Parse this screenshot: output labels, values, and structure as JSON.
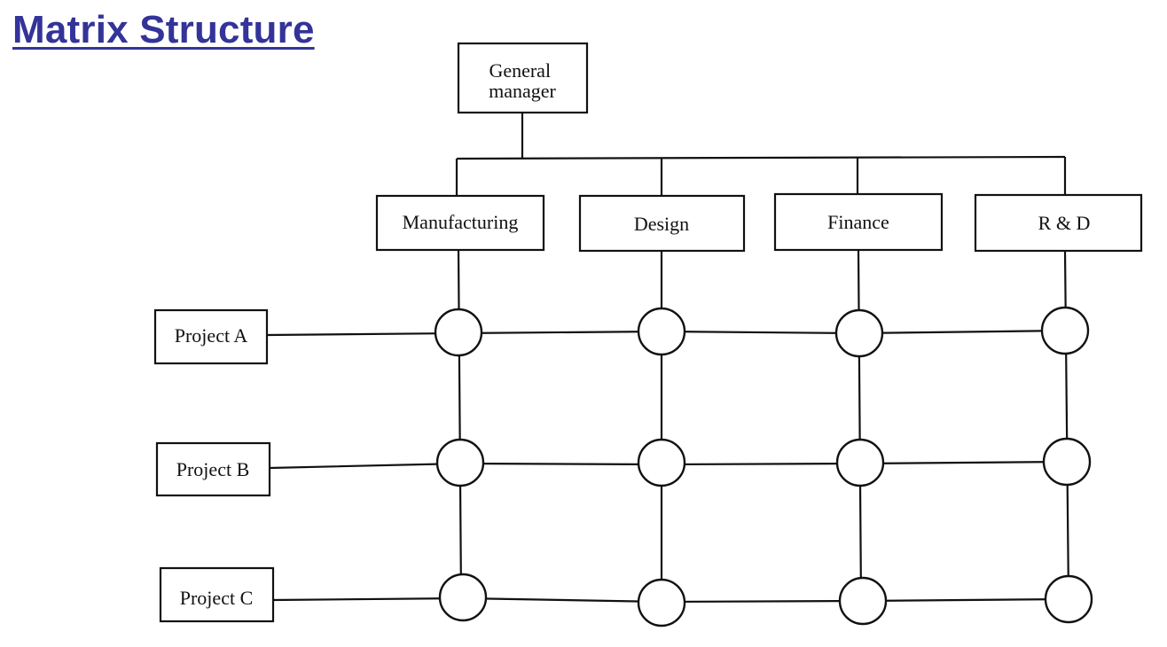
{
  "title": "Matrix Structure",
  "diagram": {
    "top": {
      "lines": [
        "General",
        "manager"
      ]
    },
    "departments": [
      {
        "label": "Manufacturing"
      },
      {
        "label": "Design"
      },
      {
        "label": "Finance"
      },
      {
        "label": "R & D"
      }
    ],
    "projects": [
      {
        "label": "Project A"
      },
      {
        "label": "Project B"
      },
      {
        "label": "Project C"
      }
    ]
  }
}
